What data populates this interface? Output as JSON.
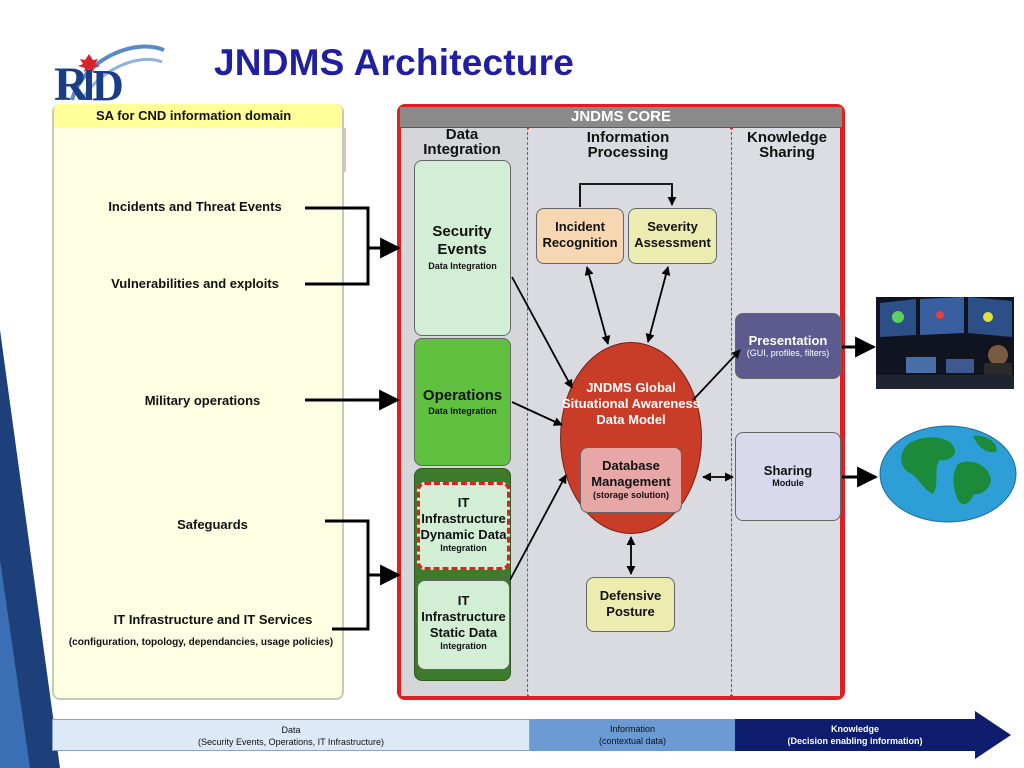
{
  "header": {
    "title": "JNDMS Architecture"
  },
  "sa_domain": {
    "title": "SA for CND information domain",
    "sources": [
      {
        "label": "Incidents and Threat Events"
      },
      {
        "label": "Vulnerabilities and exploits"
      },
      {
        "label": "Military operations"
      },
      {
        "label": "Safeguards"
      },
      {
        "label": "IT Infrastructure and IT Services"
      }
    ],
    "sources_note": "(configuration, topology, dependancies, usage policies)"
  },
  "core": {
    "title": "JNDMS CORE",
    "columns": {
      "data_integration": "Data Integration",
      "information_processing": "Information Processing",
      "knowledge_sharing": "Knowledge Sharing"
    },
    "data_integration": {
      "security_events": {
        "title": "Security Events",
        "subtitle": "Data  Integration"
      },
      "operations": {
        "title": "Operations",
        "subtitle": "Data Integration"
      },
      "it_dynamic": {
        "title": "IT Infrastructure Dynamic Data",
        "subtitle": "Integration"
      },
      "it_static": {
        "title": "IT Infrastructure Static Data",
        "subtitle": "Integration"
      }
    },
    "information_processing": {
      "incident": "Incident Recognition",
      "severity": "Severity Assessment",
      "model": "JNDMS Global Situational Awareness Data Model",
      "db": {
        "title": "Database Management",
        "subtitle": "(storage solution)"
      },
      "defensive": "Defensive Posture"
    },
    "knowledge_sharing": {
      "presentation": {
        "title": "Presentation",
        "subtitle": "(GUI, profiles, filters)"
      },
      "sharing": {
        "title": "Sharing",
        "subtitle": "Module"
      }
    }
  },
  "bottom_bar": {
    "data": {
      "title": "Data",
      "subtitle": "(Security Events, Operations, IT Infrastructure)"
    },
    "information": {
      "title": "Information",
      "subtitle": "(contextual data)"
    },
    "knowledge": {
      "title": "Knowledge",
      "subtitle": "(Decision enabling information)"
    }
  },
  "colors": {
    "title": "#1f1fa0",
    "core_border": "#e02020",
    "knowledge_bar": "#0d1c6c"
  },
  "icons": [
    "logo-icon",
    "operations-screen-image",
    "globe-icon"
  ]
}
